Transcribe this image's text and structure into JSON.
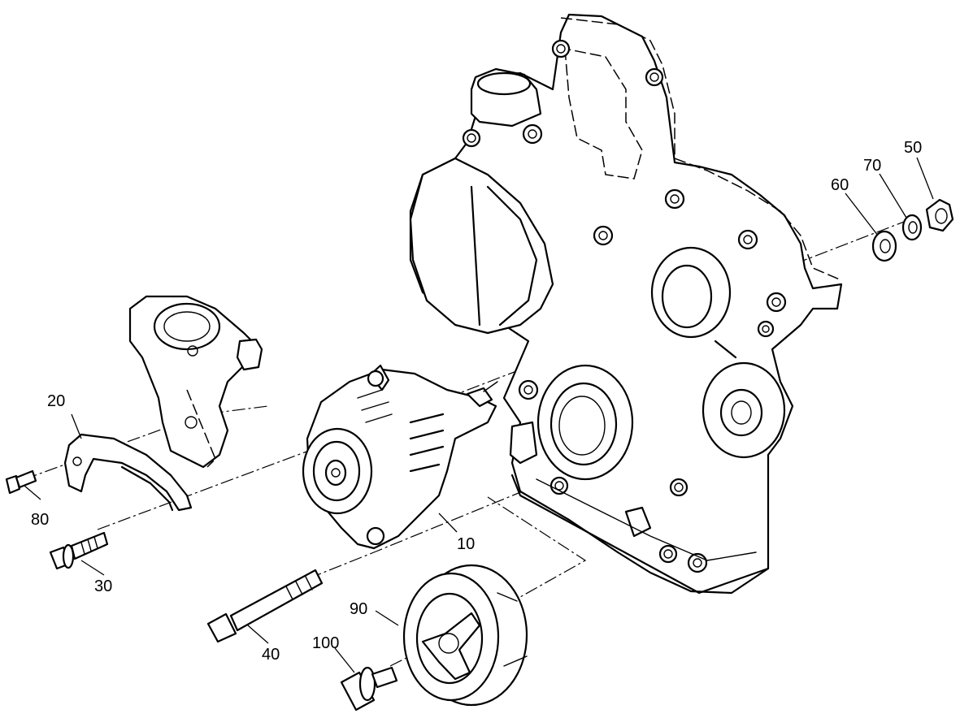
{
  "callouts": {
    "c10": "10",
    "c20": "20",
    "c30": "30",
    "c40": "40",
    "c50": "50",
    "c60": "60",
    "c70": "70",
    "c80": "80",
    "c90": "90",
    "c100": "100"
  }
}
